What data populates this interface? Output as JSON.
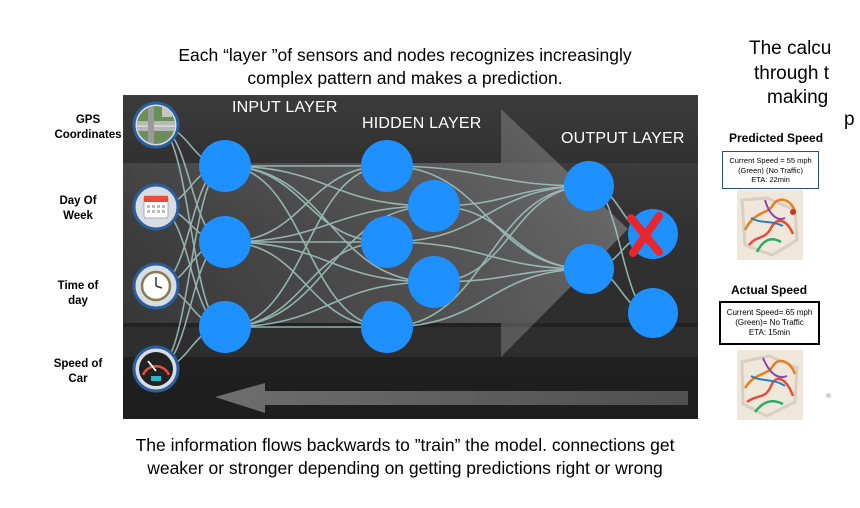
{
  "top_caption": {
    "line1": "Each “layer ”of sensors and nodes recognizes increasingly",
    "line2": "complex pattern and makes a prediction."
  },
  "bottom_caption": {
    "line1": "The information flows backwards to ”train” the model. connections get",
    "line2": "weaker or stronger depending on getting predictions right or wrong"
  },
  "sensors": [
    {
      "label": "GPS\nCoordinates",
      "icon": "map-icon"
    },
    {
      "label": "Day Of\nWeek",
      "icon": "calendar-icon"
    },
    {
      "label": "Time of\nday",
      "icon": "clock-icon"
    },
    {
      "label": "Speed of\nCar",
      "icon": "speedometer-icon"
    }
  ],
  "layers": {
    "input": "INPUT LAYER",
    "hidden": "HIDDEN LAYER",
    "output": "OUTPUT LAYER"
  },
  "side_panel": {
    "line1": "The calcu",
    "line2": "through t",
    "line3": "making",
    "line4": "p",
    "predicted_heading": "Predicted Speed",
    "predicted_box": [
      "Current Speed = 55 mph",
      "(Green) (No Traffic)",
      "ETA: 22min"
    ],
    "actual_heading": "Actual Speed",
    "actual_box": [
      "Current Speed= 65 mph",
      "(Green)= No Traffic",
      "ETA: 15min"
    ]
  },
  "colors": {
    "node": "#1e90ff",
    "connection": "#a3c6c0",
    "wrong_mark": "#e8262b",
    "panel_background": "#2a2a2a"
  }
}
